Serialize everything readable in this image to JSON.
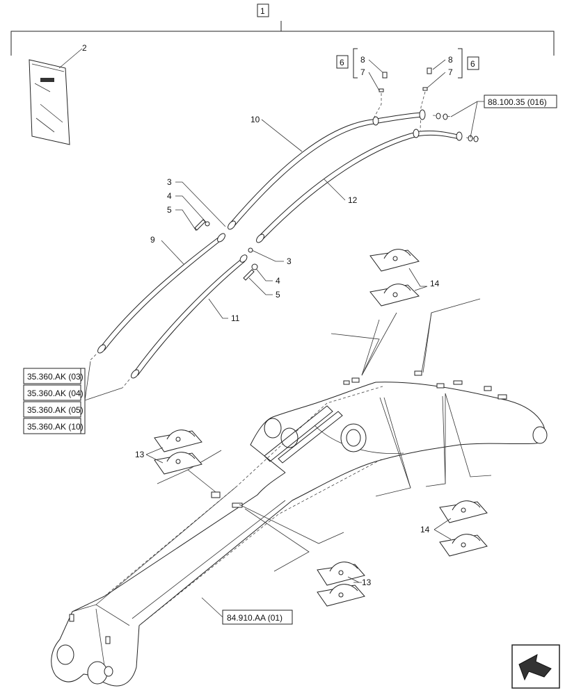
{
  "callouts": {
    "c1": "1",
    "c2": "2",
    "c3a": "3",
    "c3b": "3",
    "c4a": "4",
    "c4b": "4",
    "c5a": "5",
    "c5b": "5",
    "c6a": "6",
    "c6b": "6",
    "c7a": "7",
    "c7b": "7",
    "c8a": "8",
    "c8b": "8",
    "c9": "9",
    "c10": "10",
    "c11": "11",
    "c12": "12",
    "c13a": "13",
    "c13b": "13",
    "c14a": "14",
    "c14b": "14"
  },
  "refs": {
    "r88": "88.100.35 (016)",
    "r35a": "35.360.AK (03)",
    "r35b": "35.360.AK (04)",
    "r35c": "35.360.AK (05)",
    "r35d": "35.360.AK (10)",
    "r84": "84.910.AA (01)"
  },
  "icons": {
    "manual": "manual-book-icon",
    "navigation": "next-page-arrow-icon"
  }
}
